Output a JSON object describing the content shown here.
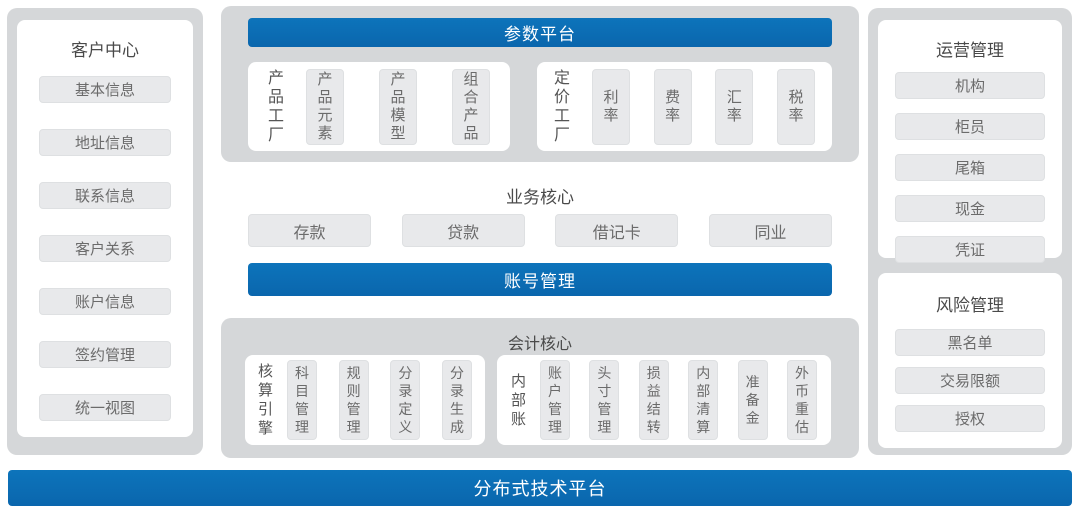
{
  "colors": {
    "accent_blue": "#0a6bb2",
    "panel_gray": "#d5d7d9",
    "chip_gray": "#e8e9eb",
    "title_text": "#4a4a4a",
    "chip_text": "#6b6b6b"
  },
  "left_panel": {
    "title": "客户中心",
    "items": [
      "基本信息",
      "地址信息",
      "联系信息",
      "客户关系",
      "账户信息",
      "签约管理",
      "统一视图"
    ]
  },
  "param_platform": {
    "title": "参数平台",
    "groups": [
      {
        "label": "产品工厂",
        "items": [
          "产品元素",
          "产品模型",
          "组合产品"
        ]
      },
      {
        "label": "定价工厂",
        "items": [
          "利率",
          "费率",
          "汇率",
          "税率"
        ]
      }
    ]
  },
  "business_core": {
    "title": "业务核心",
    "items": [
      "存款",
      "贷款",
      "借记卡",
      "同业"
    ],
    "account_bar": "账号管理"
  },
  "accounting_core": {
    "title": "会计核心",
    "groups": [
      {
        "label": "核算引擎",
        "items": [
          "科目管理",
          "规则管理",
          "分录定义",
          "分录生成"
        ]
      },
      {
        "label": "内部账",
        "items": [
          "账户管理",
          "头寸管理",
          "损益结转",
          "内部清算",
          "准备金",
          "外币重估"
        ]
      }
    ]
  },
  "right_panels": [
    {
      "title": "运营管理",
      "items": [
        "机构",
        "柜员",
        "尾箱",
        "现金",
        "凭证"
      ]
    },
    {
      "title": "风险管理",
      "items": [
        "黑名单",
        "交易限额",
        "授权"
      ]
    }
  ],
  "bottom_bar": {
    "title": "分布式技术平台"
  }
}
